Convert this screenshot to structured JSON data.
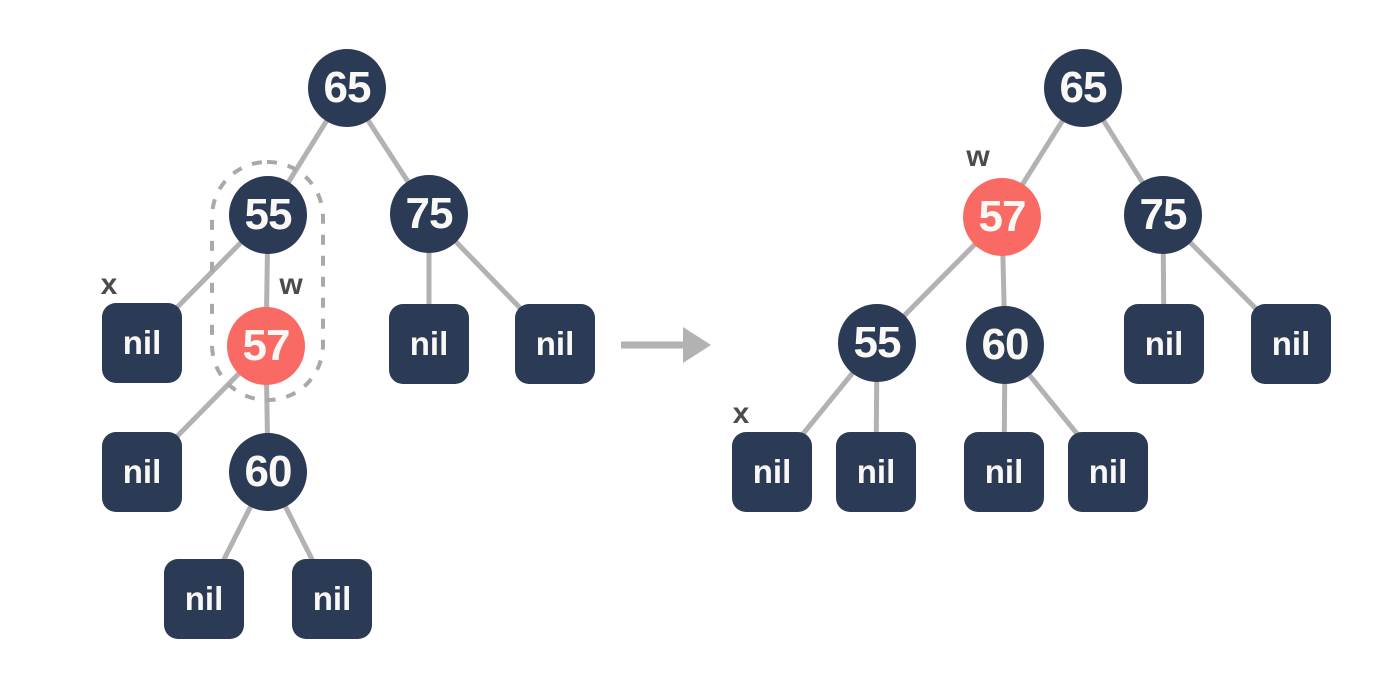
{
  "colors": {
    "node_dark": "#2B3A55",
    "node_highlight_red": "#FA6A64",
    "edge_gray": "#B2B2B2",
    "capsule_dash_gray": "#A9A9A9",
    "pointer_label_gray": "#4C4C4C",
    "node_text": "#F9F8F5",
    "background": "#FFFFFF"
  },
  "icons": {
    "transform_arrow": "arrow-right"
  },
  "left_tree": {
    "n65": "65",
    "n55": "55",
    "n75": "75",
    "n57": "57",
    "n60": "60",
    "nil_55_left": "nil",
    "nil_75_left": "nil",
    "nil_75_right": "nil",
    "nil_57_left": "nil",
    "nil_60_left": "nil",
    "nil_60_right": "nil",
    "label_x": "x",
    "label_w": "w"
  },
  "right_tree": {
    "n65": "65",
    "n57": "57",
    "n75": "75",
    "n55": "55",
    "n60": "60",
    "nil_55_left": "nil",
    "nil_55_right": "nil",
    "nil_60_left": "nil",
    "nil_60_right": "nil",
    "nil_75_left": "nil",
    "nil_75_right": "nil",
    "label_w": "w",
    "label_x": "x"
  }
}
